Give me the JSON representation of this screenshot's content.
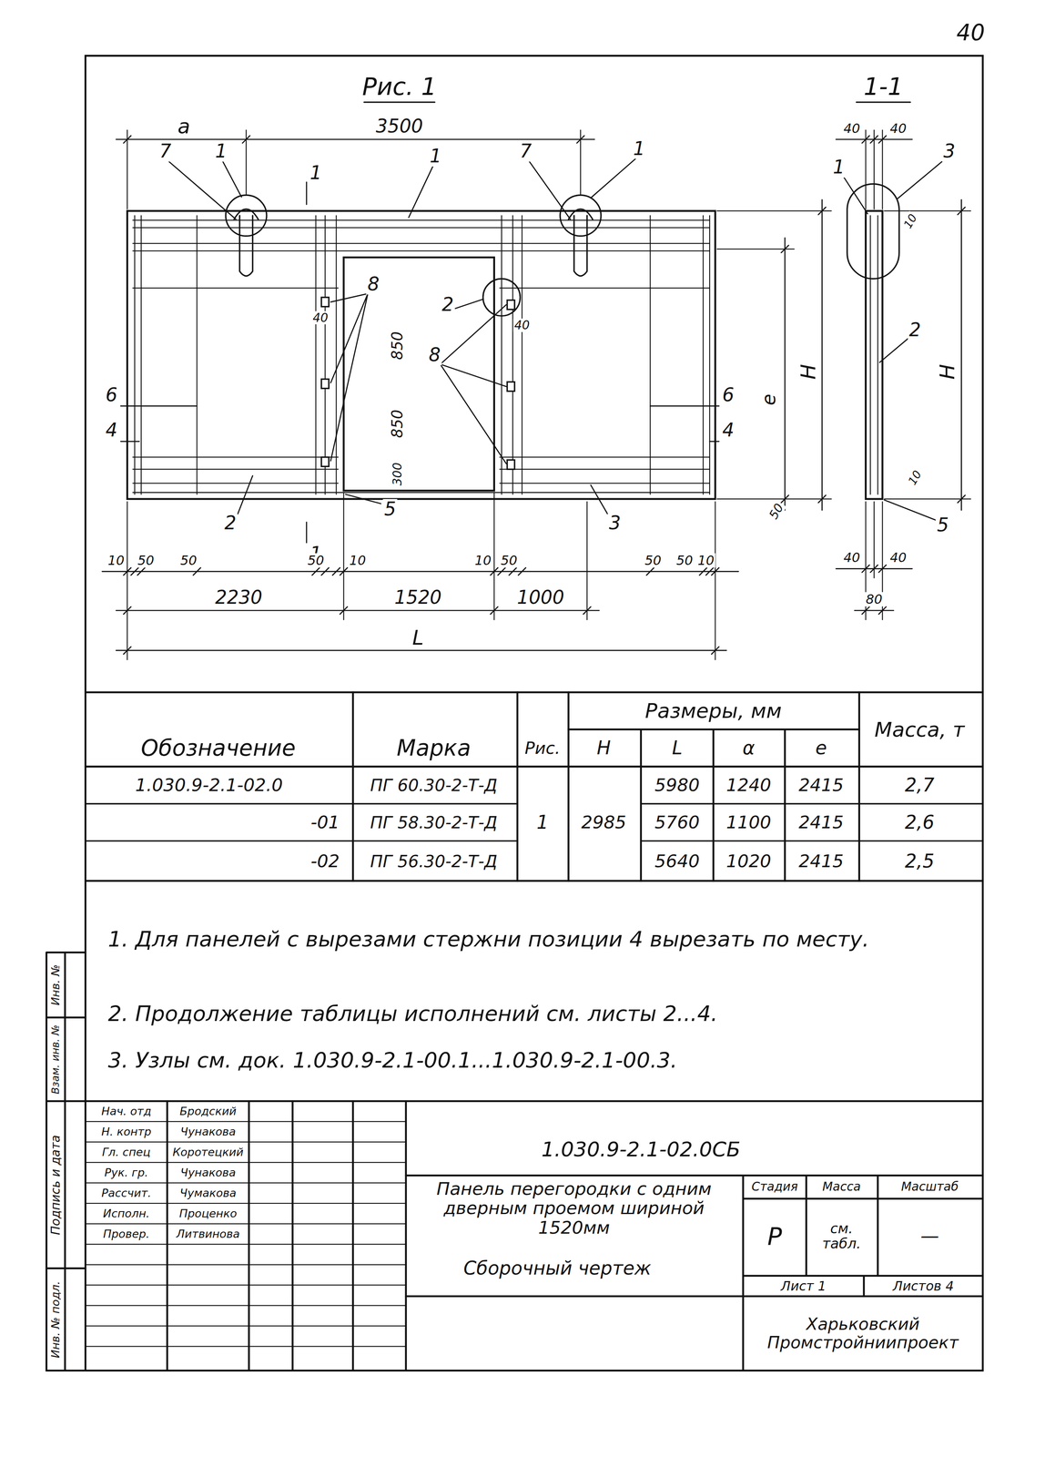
{
  "diagram": {
    "labels": [
      "40",
      "Рис. 1",
      "1-1",
      "а",
      "3500",
      "7",
      "1",
      "1",
      "1",
      "7",
      "1",
      "8",
      "2",
      "40",
      "40",
      "850",
      "850",
      "300",
      "8",
      "6",
      "4",
      "6",
      "4",
      "е",
      "Н",
      "50",
      "2",
      "1",
      "5",
      "3",
      "10",
      "50",
      "50",
      "50",
      "10",
      "10",
      "50",
      "50",
      "50",
      "10",
      "2230",
      "1520",
      "1000",
      "L",
      "40",
      "40",
      "1",
      "3",
      "10",
      "2",
      "Н",
      "10",
      "5",
      "40",
      "40",
      "80",
      "Обозначение",
      "Марка",
      "Рис.",
      "Размеры, мм",
      "Масса, т",
      "Н",
      "L",
      "α",
      "е",
      "1.030.9-2.1-02.0",
      "ПГ 60.30-2-Т-Д",
      "5980",
      "1240",
      "2415",
      "2,7",
      "-01",
      "ПГ 58.30-2-Т-Д",
      "1",
      "2985",
      "5760",
      "1100",
      "2415",
      "2,6",
      "-02",
      "ПГ 56.30-2-Т-Д",
      "5640",
      "1020",
      "2415",
      "2,5",
      "1. Для панелей с вырезами стержни позиции 4 вырезать по месту.",
      "2. Продолжение таблицы исполнений см. листы 2...4.",
      "3. Узлы см. док. 1.030.9-2.1-00.1...1.030.9-2.1-00.3.",
      "Нач. отд",
      "Бродский",
      "Н. контр",
      "Чунакова",
      "Гл. спец",
      "Коротецкий",
      "Рук. гр.",
      "Чунакова",
      "Рассчит.",
      "Чумакова",
      "Исполн.",
      "Проценко",
      "Провер.",
      "Литвинова",
      "1.030.9-2.1-02.0СБ",
      "Панель перегородки с одним дверным проемом шириной 1520мм",
      "Сборочный чертеж",
      "Стадия",
      "Масса",
      "Масштаб",
      "Р",
      "см. табл.",
      "—",
      "Лист 1",
      "Листов 4",
      "Харьковский Промстройниипроект",
      "Инв. № подл.",
      "Подпись и дата",
      "Взам. инв. №",
      "Инв. №"
    ]
  }
}
